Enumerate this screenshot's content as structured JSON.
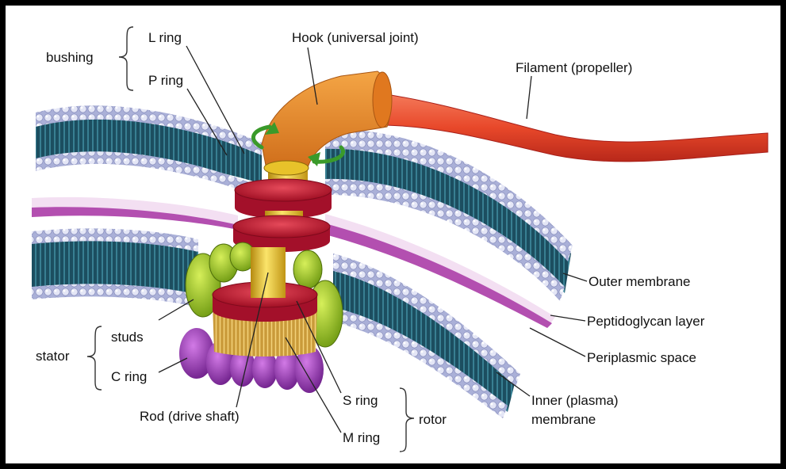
{
  "labels": {
    "bushing": "bushing",
    "l_ring": "L ring",
    "p_ring": "P ring",
    "hook": "Hook (universal joint)",
    "filament": "Filament (propeller)",
    "outer_membrane": "Outer membrane",
    "peptidoglycan": "Peptidoglycan layer",
    "periplasmic": "Periplasmic space",
    "inner_membrane_1": "Inner (plasma)",
    "inner_membrane_2": "membrane",
    "stator": "stator",
    "studs": "studs",
    "c_ring": "C ring",
    "rod": "Rod (drive shaft)",
    "s_ring": "S ring",
    "m_ring": "M ring",
    "rotor": "rotor"
  },
  "colors": {
    "filament": "#e8482a",
    "hook": "#e8892a",
    "ring_red": "#c4162e",
    "rod_yellow": "#f2cf2a",
    "stud_green": "#9cc52a",
    "c_ring_purple": "#9a3fb4",
    "membrane_head": "#c9cce8",
    "membrane_tail": "#1f5c6e",
    "peptidoglycan": "#b34fb0",
    "arrow_green": "#3a9a2a"
  }
}
